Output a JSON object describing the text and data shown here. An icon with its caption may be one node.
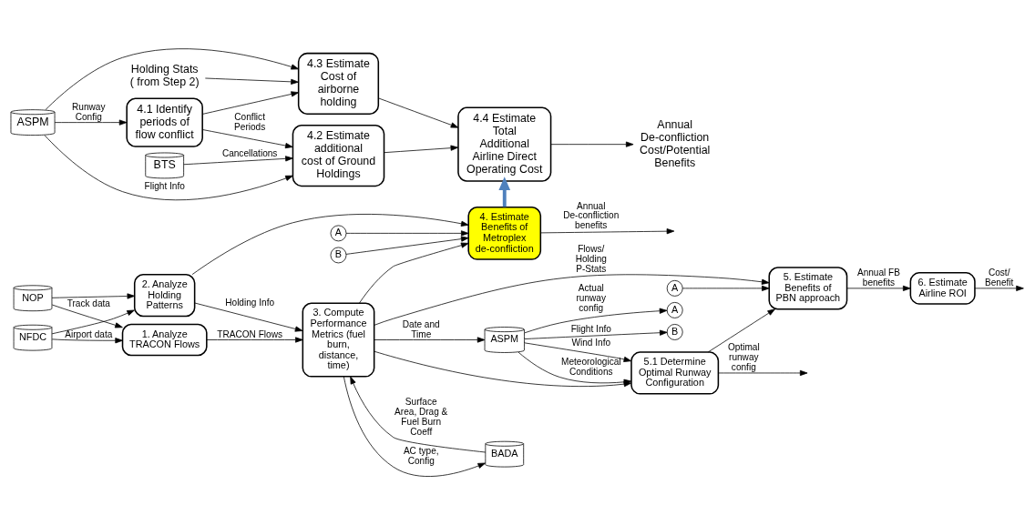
{
  "diagram": {
    "nodes": [
      {
        "text": [
          "ASPM"
        ]
      },
      {
        "text": [
          "BTS"
        ]
      },
      {
        "text": [
          "4.1 Identify periods of flow conflict"
        ]
      },
      {
        "text": [
          "4.2 Estimate additional cost of Ground Holdings"
        ]
      },
      {
        "text": [
          "4.3 Estimate Cost of airborne holding"
        ]
      },
      {
        "text": [
          "4.4 Estimate Total Additional Airline Direct Operating Cost"
        ]
      },
      {
        "text": [
          "Annual De-confliction Cost/Potential Benefits"
        ]
      },
      {
        "text": [
          "Holding Stats ( from Step 2)"
        ]
      },
      {
        "text": [
          "NFDC"
        ]
      },
      {
        "text": [
          "NOP"
        ]
      },
      {
        "text": [
          "1. Analyze TRACON Flows"
        ]
      },
      {
        "text": [
          "2. Analyze Holding Patterns"
        ]
      },
      {
        "text": [
          "ASPM"
        ]
      },
      {
        "text": [
          "3. Compute Performance Metrics (fuel burn, distance, time)"
        ]
      },
      {
        "text": [
          "BADA"
        ]
      },
      {
        "text": [
          "5.1 Determine Optimal Runway Configuration"
        ]
      },
      {
        "text": [
          "5. Estimate Benefits of PBN approach"
        ]
      },
      {
        "text": [
          "6. Estimate Airline ROI"
        ]
      },
      {
        "text": [
          "4. Estimate Benefits of Metroplex de-confliction"
        ]
      },
      {
        "text": [
          "A"
        ]
      },
      {
        "text": [
          "B"
        ]
      },
      {
        "text": [
          "A"
        ]
      },
      {
        "text": [
          "A"
        ]
      },
      {
        "text": [
          "B"
        ]
      }
    ],
    "edges": [
      {
        "from": 0,
        "to": 3,
        "arrow": "to",
        "label": "Flight Info"
      },
      {
        "from": 0,
        "to": 4,
        "arrow": "to"
      },
      {
        "from": 0,
        "to": 2,
        "arrow": "to",
        "label": "Runway Config"
      },
      {
        "from": 1,
        "to": 3,
        "arrow": "to",
        "label": "Cancellations"
      },
      {
        "from": 2,
        "to": 3,
        "arrow": "to",
        "label": "Conflict Periods"
      },
      {
        "from": 2,
        "to": 4,
        "arrow": "to"
      },
      {
        "from": 7,
        "to": 4,
        "arrow": "to"
      },
      {
        "from": 3,
        "to": 5,
        "arrow": "to"
      },
      {
        "from": 4,
        "to": 5,
        "arrow": "to"
      },
      {
        "from": 5,
        "to": 6,
        "arrow": "to"
      },
      {
        "from": 8,
        "to": 10,
        "arrow": "to",
        "label": "Airport data"
      },
      {
        "from": 8,
        "to": 11,
        "arrow": "to"
      },
      {
        "from": 9,
        "to": 10,
        "arrow": "to",
        "label": "Track data"
      },
      {
        "from": 9,
        "to": 11,
        "arrow": "to"
      },
      {
        "from": 10,
        "to": 13,
        "arrow": "to",
        "label": "TRACON Flows"
      },
      {
        "from": 11,
        "to": 13,
        "arrow": "to",
        "label": "Holding Info"
      },
      {
        "from": 11,
        "to": 18,
        "arrow": "to"
      },
      {
        "from": 13,
        "to": 12,
        "arrow": "to",
        "label": "Date and Time"
      },
      {
        "from": 12,
        "to": 19,
        "arrow": "to",
        "label": "Actual runway config"
      },
      {
        "from": 12,
        "to": 20,
        "arrow": "to",
        "label": "Flight Info"
      },
      {
        "from": 12,
        "to": 15,
        "arrow": "to",
        "label": "Meteorological Conditions"
      },
      {
        "from": 12,
        "to": 15,
        "arrow": "to",
        "label": "Wind Info"
      },
      {
        "from": 13,
        "to": 14,
        "arrow": "to",
        "label": "AC type, Config"
      },
      {
        "from": 14,
        "to": 13,
        "arrow": "to",
        "label": "Surface Area, Drag & Fuel Burn Coeff"
      },
      {
        "from": 13,
        "to": 16,
        "arrow": "to",
        "label": "Flows/ Holding P-Stats"
      },
      {
        "from": 13,
        "to": 15,
        "arrow": "to"
      },
      {
        "from": 13,
        "to": 18,
        "arrow": "to"
      },
      {
        "from": 15,
        "to": null,
        "arrow": "to",
        "label": "Optimal runway config"
      },
      {
        "from": 15,
        "to": 16,
        "arrow": "to"
      },
      {
        "from": 21,
        "to": 16,
        "arrow": "to"
      },
      {
        "from": 16,
        "to": 17,
        "arrow": "to",
        "label": "Annual FB benefits"
      },
      {
        "from": 17,
        "to": null,
        "arrow": "to",
        "label": "Cost/ Benefit"
      },
      {
        "from": 18,
        "to": null,
        "arrow": "to",
        "label": "Annual De-confliction benefits"
      },
      {
        "from": 22,
        "to": 18,
        "arrow": "to"
      },
      {
        "from": 23,
        "to": 18,
        "arrow": "to"
      },
      {
        "from": 18,
        "to": 5,
        "arrow": "to",
        "style": "thick",
        "color": "#4f81bd"
      }
    ]
  }
}
